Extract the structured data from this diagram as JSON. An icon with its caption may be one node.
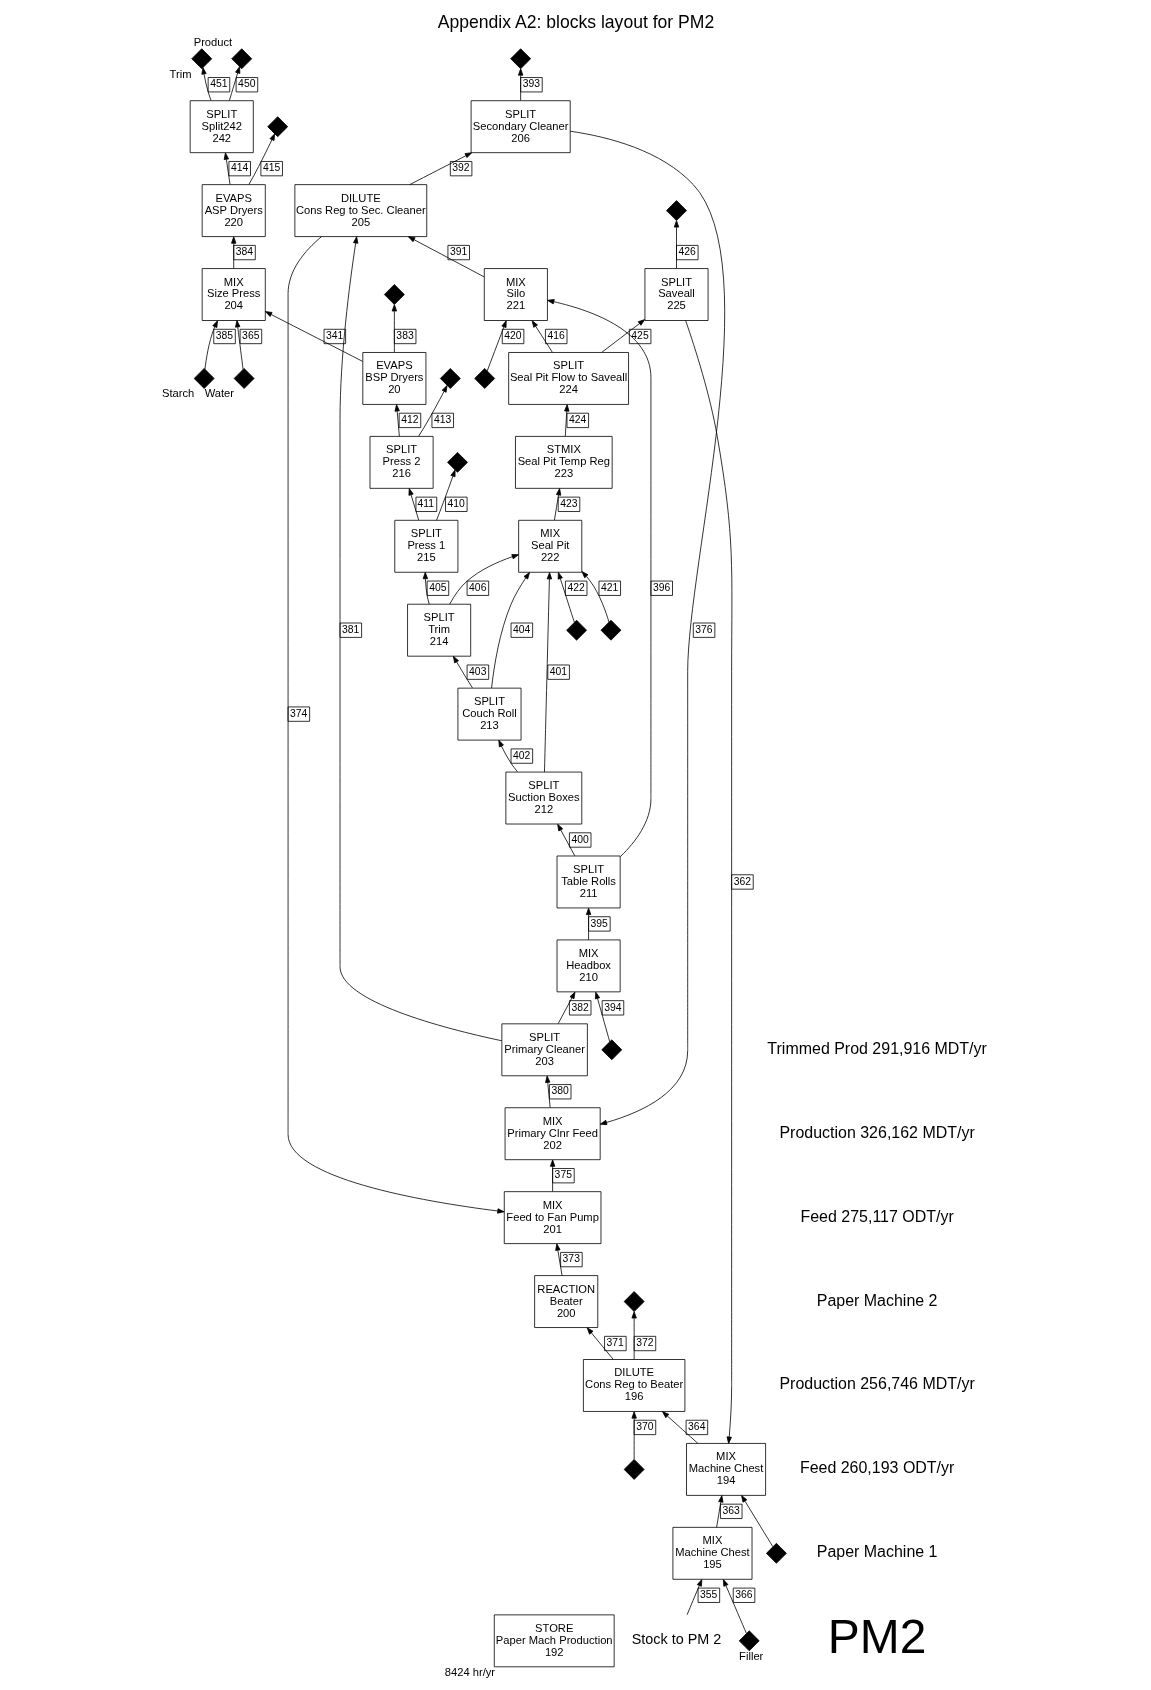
{
  "diagram": {
    "title": "Appendix A2: blocks layout for PM2",
    "nodes": [
      {
        "text": [
          "STORE",
          "Paper Mach Production",
          "192"
        ],
        "beside": [
          "8424 hr/yr"
        ]
      },
      {
        "text": [
          "MIX",
          "Machine Chest",
          "195"
        ]
      },
      {
        "text": [
          "MIX",
          "Machine Chest",
          "194"
        ]
      },
      {
        "text": [
          "DILUTE",
          "Cons Reg to Beater",
          "196"
        ]
      },
      {
        "text": [
          "REACTION",
          "Beater",
          "200"
        ]
      },
      {
        "text": [
          "MIX",
          "Feed to Fan Pump",
          "201"
        ]
      },
      {
        "text": [
          "MIX",
          "Primary Clnr Feed",
          "202"
        ]
      },
      {
        "text": [
          "SPLIT",
          "Primary Cleaner",
          "203"
        ]
      },
      {
        "text": [
          "MIX",
          "Headbox",
          "210"
        ]
      },
      {
        "text": [
          "SPLIT",
          "Table Rolls",
          "211"
        ]
      },
      {
        "text": [
          "SPLIT",
          "Suction Boxes",
          "212"
        ]
      },
      {
        "text": [
          "SPLIT",
          "Couch Roll",
          "213"
        ]
      },
      {
        "text": [
          "SPLIT",
          "Trim",
          "214"
        ]
      },
      {
        "text": [
          "SPLIT",
          "Press 1",
          "215"
        ]
      },
      {
        "text": [
          "SPLIT",
          "Press 2",
          "216"
        ]
      },
      {
        "text": [
          "EVAPS",
          "BSP Dryers",
          "20"
        ]
      },
      {
        "text": [
          "MIX",
          "Size Press",
          "204"
        ]
      },
      {
        "text": [
          "EVAPS",
          "ASP Dryers",
          "220"
        ]
      },
      {
        "text": [
          "SPLIT",
          "Split242",
          "242"
        ]
      },
      {
        "text": [
          "MIX",
          "Seal Pit",
          "222"
        ]
      },
      {
        "text": [
          "STMIX",
          "Seal Pit Temp Reg",
          "223"
        ]
      },
      {
        "text": [
          "SPLIT",
          "Seal Pit Flow to Saveall",
          "224"
        ]
      },
      {
        "text": [
          "SPLIT",
          "Saveall",
          "225"
        ]
      },
      {
        "text": [
          "MIX",
          "Silo",
          "221"
        ]
      },
      {
        "text": [
          "DILUTE",
          "Cons Reg to Sec. Cleaner",
          "205"
        ]
      },
      {
        "text": [
          "SPLIT",
          "Secondary Cleaner",
          "206"
        ]
      },
      {
        "text": [
          "Stock to PM 2"
        ]
      },
      {
        "text": [],
        "shape": "diamond",
        "beside": [
          "Filler"
        ]
      },
      {
        "text": [],
        "shape": "diamond"
      },
      {
        "text": [],
        "shape": "diamond"
      },
      {
        "text": [],
        "shape": "diamond"
      },
      {
        "text": [],
        "shape": "diamond"
      },
      {
        "text": [],
        "shape": "diamond"
      },
      {
        "text": [],
        "shape": "diamond",
        "beside": [
          "Starch"
        ]
      },
      {
        "text": [],
        "shape": "diamond",
        "beside": [
          "Water"
        ]
      },
      {
        "text": [],
        "shape": "diamond"
      },
      {
        "text": [],
        "shape": "diamond",
        "beside": [
          "Product"
        ]
      },
      {
        "text": [],
        "shape": "diamond",
        "beside": [
          "Trim"
        ]
      },
      {
        "text": [],
        "shape": "diamond"
      },
      {
        "text": [],
        "shape": "diamond"
      },
      {
        "text": [],
        "shape": "diamond"
      },
      {
        "text": [],
        "shape": "diamond"
      },
      {
        "text": [],
        "shape": "diamond"
      },
      {
        "text": [],
        "shape": "diamond"
      },
      {
        "text": [],
        "shape": "diamond"
      }
    ],
    "edges": [
      {
        "from": 26,
        "to": 1,
        "arrow": "to",
        "label": "355"
      },
      {
        "from": 27,
        "to": 1,
        "arrow": "to",
        "label": "366"
      },
      {
        "from": 1,
        "to": 2,
        "arrow": "to",
        "label": "363"
      },
      {
        "from": 2,
        "to": 3,
        "arrow": "to",
        "label": "364"
      },
      {
        "from": 28,
        "to": 2,
        "arrow": "to"
      },
      {
        "from": 29,
        "to": 3,
        "arrow": "to",
        "label": "370"
      },
      {
        "from": 3,
        "to": 30,
        "arrow": "to",
        "label": "372"
      },
      {
        "from": 3,
        "to": 4,
        "arrow": "to",
        "label": "371"
      },
      {
        "from": 4,
        "to": 5,
        "arrow": "to",
        "label": "373"
      },
      {
        "from": 5,
        "to": 6,
        "arrow": "to",
        "label": "375"
      },
      {
        "from": 6,
        "to": 7,
        "arrow": "to",
        "label": "380"
      },
      {
        "from": 7,
        "to": 8,
        "arrow": "to",
        "label": "382"
      },
      {
        "from": 7,
        "to": 24,
        "arrow": "to",
        "label": "381"
      },
      {
        "from": 31,
        "to": 8,
        "arrow": "to",
        "label": "394"
      },
      {
        "from": 8,
        "to": 9,
        "arrow": "to",
        "label": "395"
      },
      {
        "from": 9,
        "to": 10,
        "arrow": "to",
        "label": "400"
      },
      {
        "from": 9,
        "to": 23,
        "arrow": "to",
        "label": "396"
      },
      {
        "from": 10,
        "to": 11,
        "arrow": "to",
        "label": "402"
      },
      {
        "from": 10,
        "to": 19,
        "arrow": "to",
        "label": "401"
      },
      {
        "from": 11,
        "to": 12,
        "arrow": "to",
        "label": "403"
      },
      {
        "from": 11,
        "to": 19,
        "arrow": "to",
        "label": "404"
      },
      {
        "from": 12,
        "to": 13,
        "arrow": "to",
        "label": "405"
      },
      {
        "from": 12,
        "to": 19,
        "arrow": "to",
        "label": "406"
      },
      {
        "from": 13,
        "to": 14,
        "arrow": "to",
        "label": "411"
      },
      {
        "from": 13,
        "to": 39,
        "arrow": "to",
        "label": "410"
      },
      {
        "from": 14,
        "to": 15,
        "arrow": "to",
        "label": "412"
      },
      {
        "from": 14,
        "to": 38,
        "arrow": "to",
        "label": "413"
      },
      {
        "from": 15,
        "to": 16,
        "arrow": "to",
        "label": "341"
      },
      {
        "from": 15,
        "to": 32,
        "arrow": "to",
        "label": "383"
      },
      {
        "from": 33,
        "to": 16,
        "arrow": "to",
        "label": "385"
      },
      {
        "from": 34,
        "to": 16,
        "arrow": "to",
        "label": "365"
      },
      {
        "from": 16,
        "to": 17,
        "arrow": "to",
        "label": "384"
      },
      {
        "from": 17,
        "to": 35,
        "arrow": "to",
        "label": "415"
      },
      {
        "from": 17,
        "to": 18,
        "arrow": "to",
        "label": "414"
      },
      {
        "from": 18,
        "to": 36,
        "arrow": "to",
        "label": "450"
      },
      {
        "from": 18,
        "to": 37,
        "arrow": "to",
        "label": "451"
      },
      {
        "from": 40,
        "to": 19,
        "arrow": "to",
        "label": "422"
      },
      {
        "from": 41,
        "to": 19,
        "arrow": "to",
        "label": "421"
      },
      {
        "from": 19,
        "to": 20,
        "arrow": "to",
        "label": "423"
      },
      {
        "from": 20,
        "to": 21,
        "arrow": "to",
        "label": "424"
      },
      {
        "from": 21,
        "to": 22,
        "arrow": "to",
        "label": "425"
      },
      {
        "from": 21,
        "to": 23,
        "arrow": "to",
        "label": "416"
      },
      {
        "from": 22,
        "to": 42,
        "arrow": "to",
        "label": "426"
      },
      {
        "from": 22,
        "to": 2,
        "arrow": "to",
        "label": "362"
      },
      {
        "from": 43,
        "to": 23,
        "arrow": "to",
        "label": "420"
      },
      {
        "from": 23,
        "to": 24,
        "arrow": "to",
        "label": "391"
      },
      {
        "from": 24,
        "to": 25,
        "arrow": "to",
        "label": "392"
      },
      {
        "from": 24,
        "to": 5,
        "arrow": "to",
        "label": "374"
      },
      {
        "from": 25,
        "to": 6,
        "arrow": "to",
        "label": "376"
      },
      {
        "from": 25,
        "to": 44,
        "arrow": "to",
        "label": "393"
      }
    ],
    "labels": [
      "PM2",
      "Paper Machine 1",
      "Feed 260,193 ODT/yr",
      "Production 256,746 MDT/yr",
      "Paper Machine 2",
      "Feed 275,117 ODT/yr",
      "Production 326,162 MDT/yr",
      "Trimmed Prod 291,916 MDT/yr"
    ]
  }
}
